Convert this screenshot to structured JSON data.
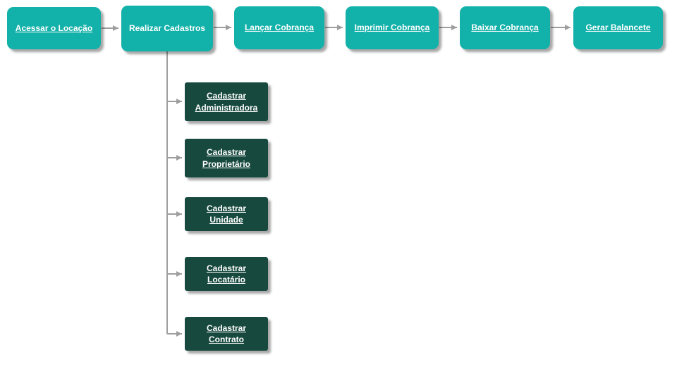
{
  "flowchart": {
    "top_row": [
      {
        "label": "Acessar o Locação",
        "link": true
      },
      {
        "label": "Realizar Cadastros",
        "link": false
      },
      {
        "label": "Lançar Cobrança",
        "link": true
      },
      {
        "label": "Imprimir Cobrança",
        "link": true
      },
      {
        "label": "Baixar Cobrança",
        "link": true
      },
      {
        "label": "Gerar Balancete",
        "link": true
      }
    ],
    "cadastros_branch": [
      {
        "label": "Cadastrar Administradora",
        "link": true
      },
      {
        "label": "Cadastrar Proprietário",
        "link": true
      },
      {
        "label": "Cadastrar Unidade",
        "link": true
      },
      {
        "label": "Cadastrar Locatário",
        "link": true
      },
      {
        "label": "Cadastrar Contrato",
        "link": true
      }
    ],
    "colors": {
      "primary_node": "#12b1a9",
      "secondary_node": "#17493e",
      "connector": "#9e9e9e",
      "node_text": "#ffffff",
      "background": "#ffffff"
    }
  }
}
